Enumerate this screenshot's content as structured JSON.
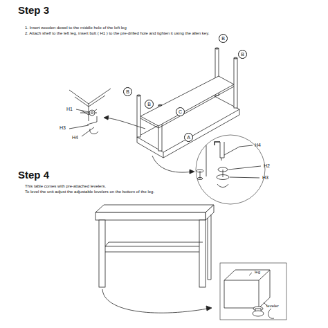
{
  "diagram": {
    "labels": [
      "Step 3",
      "1.  Insert wooden dowel to the middle hole  of the left leg",
      "2.  Attach shelf  to the left leg, insert bolt ( H1 ) to the pre-drilled hole and tighten it using the allen key.",
      "B",
      "B",
      "B",
      "B",
      "C",
      "A",
      "H1",
      "H3",
      "H4",
      "H4",
      "H2",
      "H3",
      "Step 4",
      "This table comes with pre-attached levelers.",
      "To level the unit adjust the adjustable levelers on the bottom of the leg.",
      "leg",
      "leveler"
    ]
  }
}
